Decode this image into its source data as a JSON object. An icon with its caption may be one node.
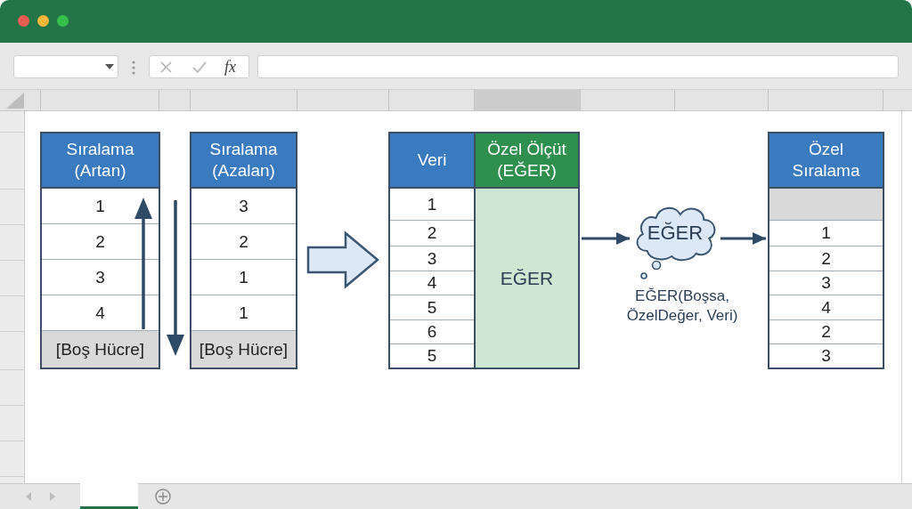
{
  "diagram": {
    "nodes": [
      {
        "text": [
          "Sıralama (Artan)",
          "1",
          "2",
          "3",
          "4",
          "[Boş Hücre]"
        ]
      },
      {
        "text": [
          "Sıralama (Azalan)",
          "3",
          "2",
          "1",
          "1",
          "[Boş Hücre]"
        ]
      },
      {
        "text": [
          "Veri",
          "1",
          "2",
          "3",
          "4",
          "5",
          "6",
          "5"
        ]
      },
      {
        "text": [
          "Özel Ölçüt (EĞER)",
          "EĞER"
        ]
      },
      {
        "text": [
          "EĞER"
        ],
        "beside": [
          "EĞER(Boşsa, ÖzelDeğer, Veri)"
        ]
      },
      {
        "text": [
          "Özel Sıralama",
          "1",
          "2",
          "3",
          "4",
          "2",
          "3"
        ]
      }
    ],
    "edges": [
      {
        "from": 1,
        "to": 2,
        "arrow": "to",
        "style": "thick"
      },
      {
        "from": 3,
        "to": 4,
        "arrow": "to"
      },
      {
        "from": 4,
        "to": 5,
        "arrow": "to"
      }
    ],
    "labels": [
      "fx"
    ]
  }
}
